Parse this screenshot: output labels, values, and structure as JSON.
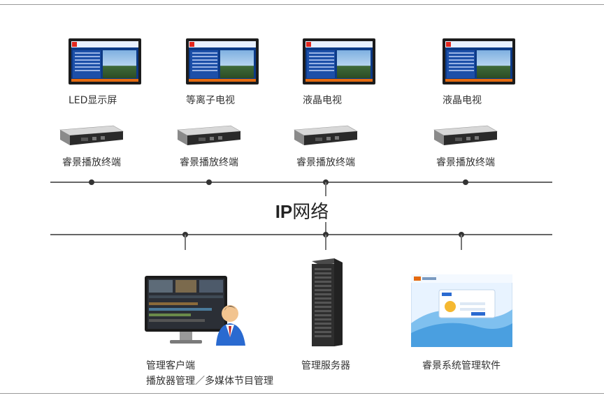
{
  "displays": [
    {
      "label": "LED显示屏"
    },
    {
      "label": "等离子电视"
    },
    {
      "label": "液晶电视"
    },
    {
      "label": "液晶电视"
    }
  ],
  "terminals": [
    {
      "label": "睿景播放终端"
    },
    {
      "label": "睿景播放终端"
    },
    {
      "label": "睿景播放终端"
    },
    {
      "label": "睿景播放终端"
    }
  ],
  "network": {
    "prefix": "IP",
    "suffix": "网络"
  },
  "bottom": {
    "client": {
      "line1": "管理客户端",
      "line2": "播放器管理／多媒体节目管理"
    },
    "server": {
      "label": "管理服务器"
    },
    "software": {
      "label": "睿景系统管理软件"
    }
  },
  "colors": {
    "accent": "#1a5fb4",
    "screen": "#0d3a86",
    "bar": "#e46a10",
    "line": "#666666"
  }
}
